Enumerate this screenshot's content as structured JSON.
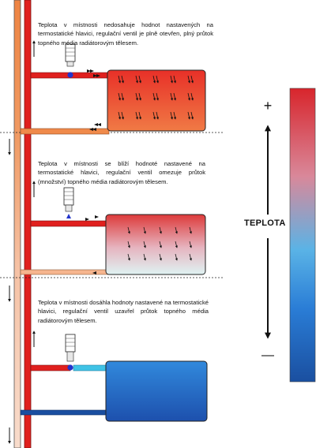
{
  "captions": [
    "Teplota v místnosti nedosahuje hodnot nastavených na termostatické hlavici, regulační ventil je plně otevřen, plný průtok topného média radiátorovým tělesem.",
    "Teplota v místnosti se blíží  hodnoté nastavené na termostatické hlavici, regulační ventil omezuje průtok (množství)  topného média radiátorovým tělesem.",
    "Teplota v místnosti dosáhla  hodnoty nastavené na termostatické hlavici, regulační ventil uzavřel průtok topného média radiátorovým tělesem."
  ],
  "scale": {
    "label": "TEPLOTA",
    "plus": "+",
    "minus": "—",
    "hot_color": "#d8252c",
    "cold_color": "#1e55a8"
  },
  "colors": {
    "supply_pipe": "#e0201e",
    "return_pipe_warm": "#f08a4a",
    "return_pipe_mid": "#f6b58e",
    "return_pipe_cool": "#f8d7c4",
    "return_pipe_cold": "#1a4ea0",
    "valve_open_dot": "#2233cc",
    "cold_connector": "#3fc3e6"
  },
  "panels": [
    {
      "state": "full-flow",
      "radiator_top": "#e8302a",
      "radiator_bottom": "#f07a45"
    },
    {
      "state": "limited-flow",
      "radiator_top": "#dd3a3a",
      "radiator_bottom": "#dff3f3"
    },
    {
      "state": "closed",
      "radiator_top": "#2f7fd8",
      "radiator_bottom": "#1f55b0"
    }
  ],
  "icons": [
    "thermostatic-valve-icon",
    "flow-arrow-icon",
    "up-arrow-icon",
    "down-arrow-icon"
  ]
}
